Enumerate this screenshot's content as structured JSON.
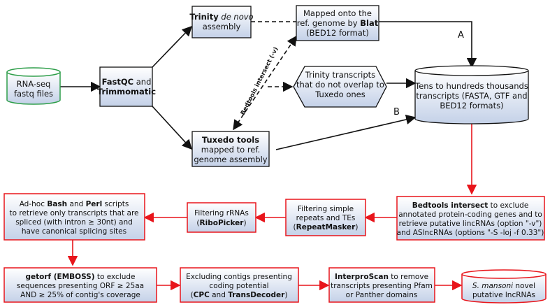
{
  "nodes": {
    "rnaseq": {
      "line1": "RNA-seq",
      "line2": "fastq files"
    },
    "fastqc": {
      "b1": "FastQC",
      "t1": " and",
      "b2": "Trimmomatic"
    },
    "trinity": {
      "b1": "Trinity",
      "i1": " de novo",
      "t2": "assembly"
    },
    "mapped": {
      "t1": "Mapped onto the",
      "t2": "ref. genome by ",
      "b2": "Blat",
      "t3": "(BED12 format)"
    },
    "trinity_nooverlap": {
      "t1": "Trinity transcripts",
      "t2": "that do not overlap to",
      "t3": "Tuxedo ones"
    },
    "tuxedo": {
      "b1": "Tuxedo tools",
      "t2": "mapped to ref.",
      "t3": "genome assembly"
    },
    "tens": {
      "t1": "Tens to hundreds thousands",
      "t2": "transcripts (FASTA, GTF and",
      "t3": "BED12 formats)"
    },
    "bedtools_intersect": {
      "b1": "Bedtools intersect",
      "t1": " to exclude",
      "t2": "annotated protein-coding genes and to",
      "t3": "retrieve putative lincRNAs (option \"-v\")",
      "t4": "and ASlncRNAs (options \"-S -loj -f 0.33\")"
    },
    "repeat": {
      "t1": "Filtering simple",
      "t2": "repeats and TEs",
      "t3a": "(",
      "b3": "RepeatMasker",
      "t3b": ")"
    },
    "rrna": {
      "t1": "Filtering rRNAs",
      "t2a": "(",
      "b2": "RiboPicker",
      "t2b": ")"
    },
    "adhoc": {
      "t1": "Ad-hoc ",
      "b1": "Bash",
      "t1b": " and ",
      "b1b": "Perl",
      "t1c": " scripts",
      "t2": "to retrieve only transcripts that are",
      "t3": "spliced (with intron ≥ 30nt) and",
      "t4": "have canonical splicing sites"
    },
    "getorf": {
      "b1": "getorf (EMBOSS)",
      "t1": " to exclude",
      "t2": "sequences presenting ORF ≥ 25aa",
      "t3": "AND ≥ 25% of contig's coverage"
    },
    "excluding": {
      "t1": "Excluding contigs presenting",
      "t2": "coding potential",
      "t3a": "(",
      "b3": "CPC",
      "t3b": "  and  ",
      "b3b": "TransDecoder",
      "t3c": ")"
    },
    "interpro": {
      "b1": "InterproScan",
      "t1": " to remove",
      "t2": "transcripts presenting Pfam",
      "t3": "or Panther domains"
    },
    "mansoni": {
      "i1": "S. mansoni",
      "t1": " novel",
      "t2": "putative lncRNAs"
    }
  },
  "edge_labels": {
    "A": "A",
    "B": "B",
    "bedtools_v": "Bedtools intersect (-v)"
  },
  "colors": {
    "box_fill_top": "#ffffff",
    "box_fill_bottom": "#c9d5e9",
    "black_stroke": "#111111",
    "red_stroke": "#e8151b",
    "green_stroke": "#2e9e4a",
    "red_arrow": "#e8151b"
  }
}
